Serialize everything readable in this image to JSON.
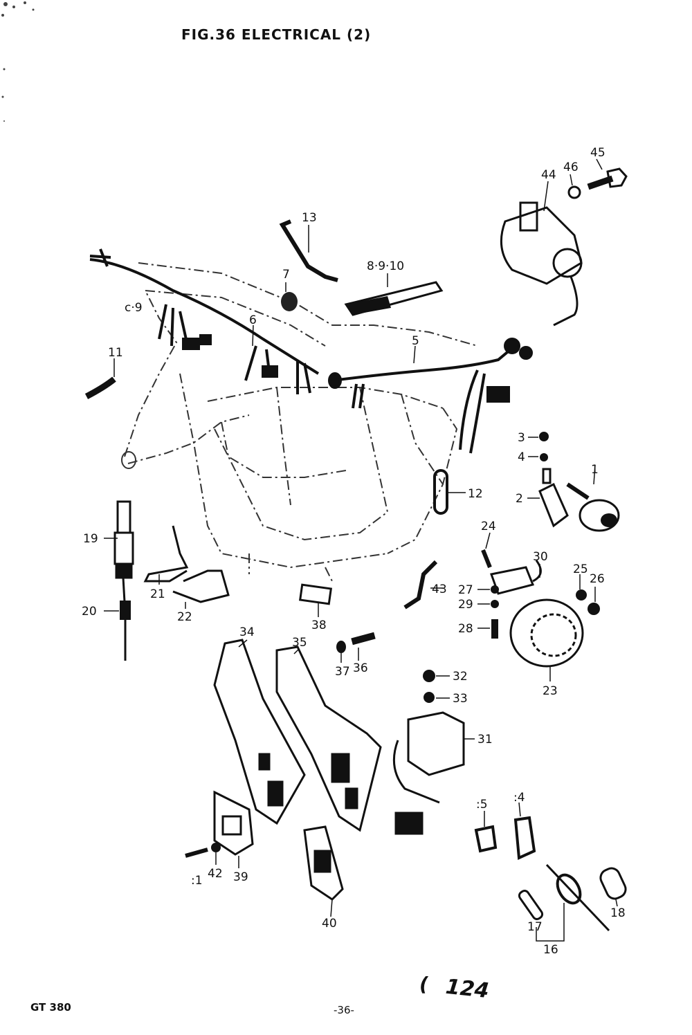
{
  "header": {
    "title": "FIG.36  ELECTRICAL (2)"
  },
  "footer": {
    "model": "GT 380",
    "page": "-36-",
    "note_mark": "(",
    "note_number": "124"
  },
  "callouts": [
    {
      "id": "c1",
      "text": "1"
    },
    {
      "id": "c2",
      "text": "2"
    },
    {
      "id": "c3",
      "text": "3"
    },
    {
      "id": "c4",
      "text": "4"
    },
    {
      "id": "c5",
      "text": "5"
    },
    {
      "id": "c6",
      "text": "6"
    },
    {
      "id": "c7",
      "text": "7"
    },
    {
      "id": "c8",
      "text": "8·9·10"
    },
    {
      "id": "c11",
      "text": "11"
    },
    {
      "id": "c12",
      "text": "12"
    },
    {
      "id": "c13",
      "text": "13"
    },
    {
      "id": "c14",
      "text": ":4"
    },
    {
      "id": "c15",
      "text": ":5"
    },
    {
      "id": "c16",
      "text": "16"
    },
    {
      "id": "c17",
      "text": "17"
    },
    {
      "id": "c18",
      "text": "18"
    },
    {
      "id": "c19",
      "text": "19"
    },
    {
      "id": "c20",
      "text": "20"
    },
    {
      "id": "c21",
      "text": "21"
    },
    {
      "id": "c22",
      "text": "22"
    },
    {
      "id": "c23",
      "text": "23"
    },
    {
      "id": "c24",
      "text": "24"
    },
    {
      "id": "c25",
      "text": "25"
    },
    {
      "id": "c26",
      "text": "26"
    },
    {
      "id": "c27",
      "text": "27"
    },
    {
      "id": "c28",
      "text": "28"
    },
    {
      "id": "c29",
      "text": "29"
    },
    {
      "id": "c30",
      "text": "30"
    },
    {
      "id": "c31",
      "text": "31"
    },
    {
      "id": "c32",
      "text": "32"
    },
    {
      "id": "c33",
      "text": "33"
    },
    {
      "id": "c34",
      "text": "34"
    },
    {
      "id": "c35",
      "text": "35"
    },
    {
      "id": "c36",
      "text": "36"
    },
    {
      "id": "c37",
      "text": "37"
    },
    {
      "id": "c38",
      "text": "38"
    },
    {
      "id": "c39",
      "text": "39"
    },
    {
      "id": "c40",
      "text": "40"
    },
    {
      "id": "c41",
      "text": ":1"
    },
    {
      "id": "c42",
      "text": "42"
    },
    {
      "id": "c43",
      "text": "43"
    },
    {
      "id": "c44",
      "text": "44"
    },
    {
      "id": "c45",
      "text": "45"
    },
    {
      "id": "c46",
      "text": "46"
    },
    {
      "id": "c6b",
      "text": "c·9"
    }
  ]
}
